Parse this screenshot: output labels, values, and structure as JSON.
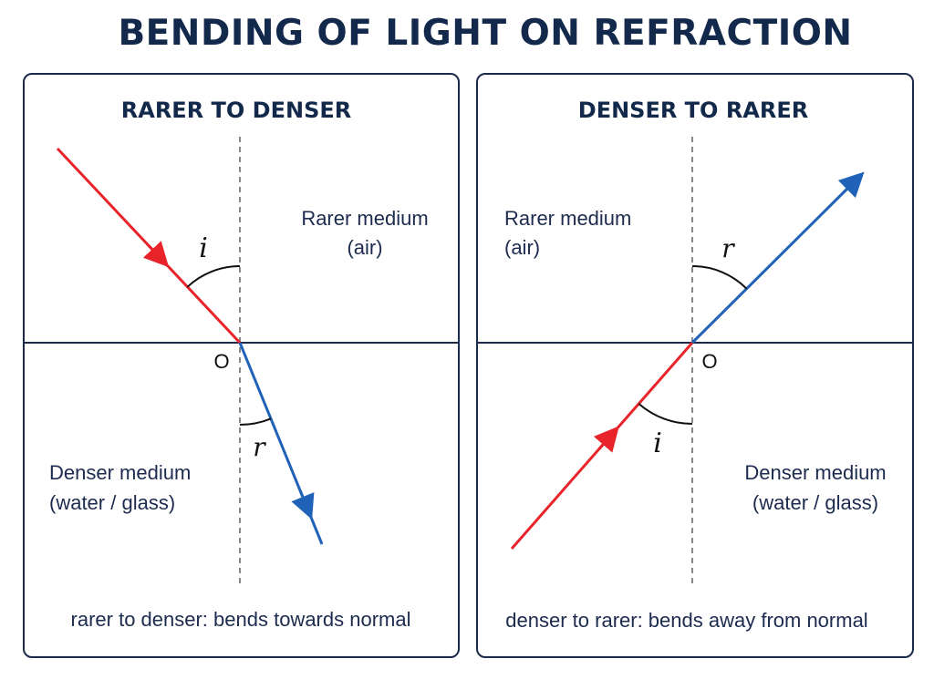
{
  "title": "BENDING OF LIGHT ON REFRACTION",
  "colors": {
    "title": "#13294b",
    "border": "#1b2a4a",
    "incident_ray": "#e8242a",
    "refracted_ray": "#1f62b8",
    "normal": "#8a8a8a",
    "text": "#1d2b4f"
  },
  "left_panel": {
    "heading": "RARER TO DENSER",
    "upper_medium": {
      "line1": "Rarer medium",
      "line2": "(air)"
    },
    "lower_medium": {
      "line1": "Denser medium",
      "line2": "(water / glass)"
    },
    "point_label": "O",
    "angle_incidence_label": "i",
    "angle_refraction_label": "r",
    "caption": "rarer to denser: bends towards normal"
  },
  "right_panel": {
    "heading": "DENSER TO RARER",
    "upper_medium": {
      "line1": "Rarer medium",
      "line2": "(air)"
    },
    "lower_medium": {
      "line1": "Denser medium",
      "line2": "(water / glass)"
    },
    "point_label": "O",
    "angle_incidence_label": "i",
    "angle_refraction_label": "r",
    "caption": "denser to rarer: bends away from normal"
  }
}
